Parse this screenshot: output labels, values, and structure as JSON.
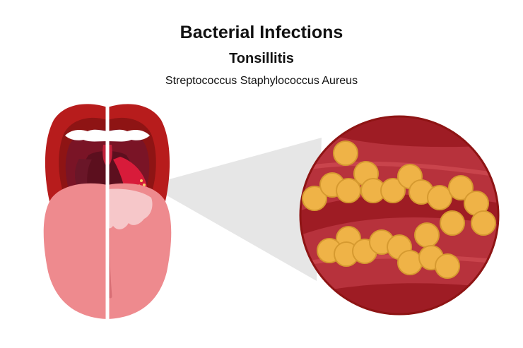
{
  "title": "Bacterial Infections",
  "subtitle": "Tonsillitis",
  "bacteria_label": "Streptococcus Staphylococcus Aureus",
  "colors": {
    "lip": "#b71c1c",
    "lip_dark": "#8e1414",
    "mouth_cavity": "#7a1426",
    "throat": "#5c0f1e",
    "tonsil_infected": "#d81b3a",
    "tongue": "#ee8a8e",
    "tongue_shadow": "#d86f75",
    "tongue_coating": "#f6c7c9",
    "teeth": "#ffffff",
    "magnifier_cone": "#e3e3e3",
    "tissue_base": "#b7323c",
    "tissue_band": "#9e1c24",
    "tissue_light": "#c9444c",
    "bacteria": "#efb347",
    "bacteria_edge": "#d69a30"
  }
}
